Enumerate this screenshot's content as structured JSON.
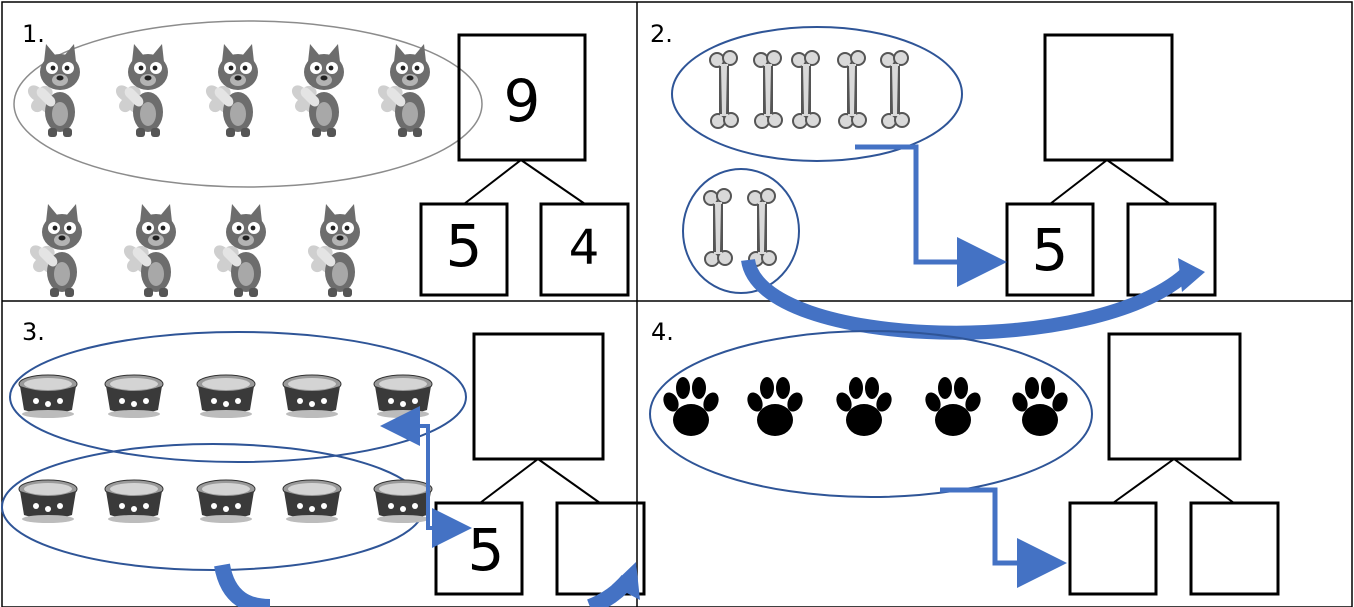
{
  "problems": [
    {
      "label": "1.",
      "picture": "dog-holding-bone",
      "group_a_count": 5,
      "group_b_count": 4,
      "whole": "9",
      "part_left": "5",
      "part_right": "4"
    },
    {
      "label": "2.",
      "picture": "bone",
      "group_a_count": 5,
      "group_b_count": 2,
      "whole": "",
      "part_left": "5",
      "part_right": ""
    },
    {
      "label": "3.",
      "picture": "dog-bowl",
      "group_a_count": 5,
      "group_b_count": 5,
      "whole": "",
      "part_left": "5",
      "part_right": ""
    },
    {
      "label": "4.",
      "picture": "paw-print",
      "group_a_count": 5,
      "group_b_count": 0,
      "whole": "",
      "part_left": "",
      "part_right": ""
    }
  ],
  "colors": {
    "ellipse_outline": "#2f5597",
    "gray_ellipse": "#8c8c8c",
    "arrow": "#4472c4",
    "grid_line": "#000000"
  }
}
